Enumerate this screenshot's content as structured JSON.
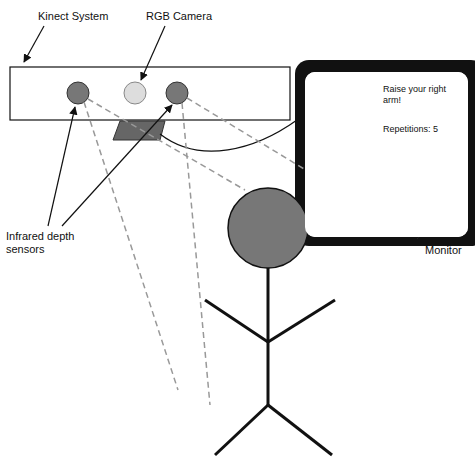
{
  "diagram": {
    "nodes": [
      {
        "text": [
          "Raise your right arm!",
          "Repetitions: 5"
        ]
      }
    ],
    "labels": [
      "Kinect System",
      "RGB Camera",
      "Infrared depth sensors",
      "Monitor"
    ]
  }
}
